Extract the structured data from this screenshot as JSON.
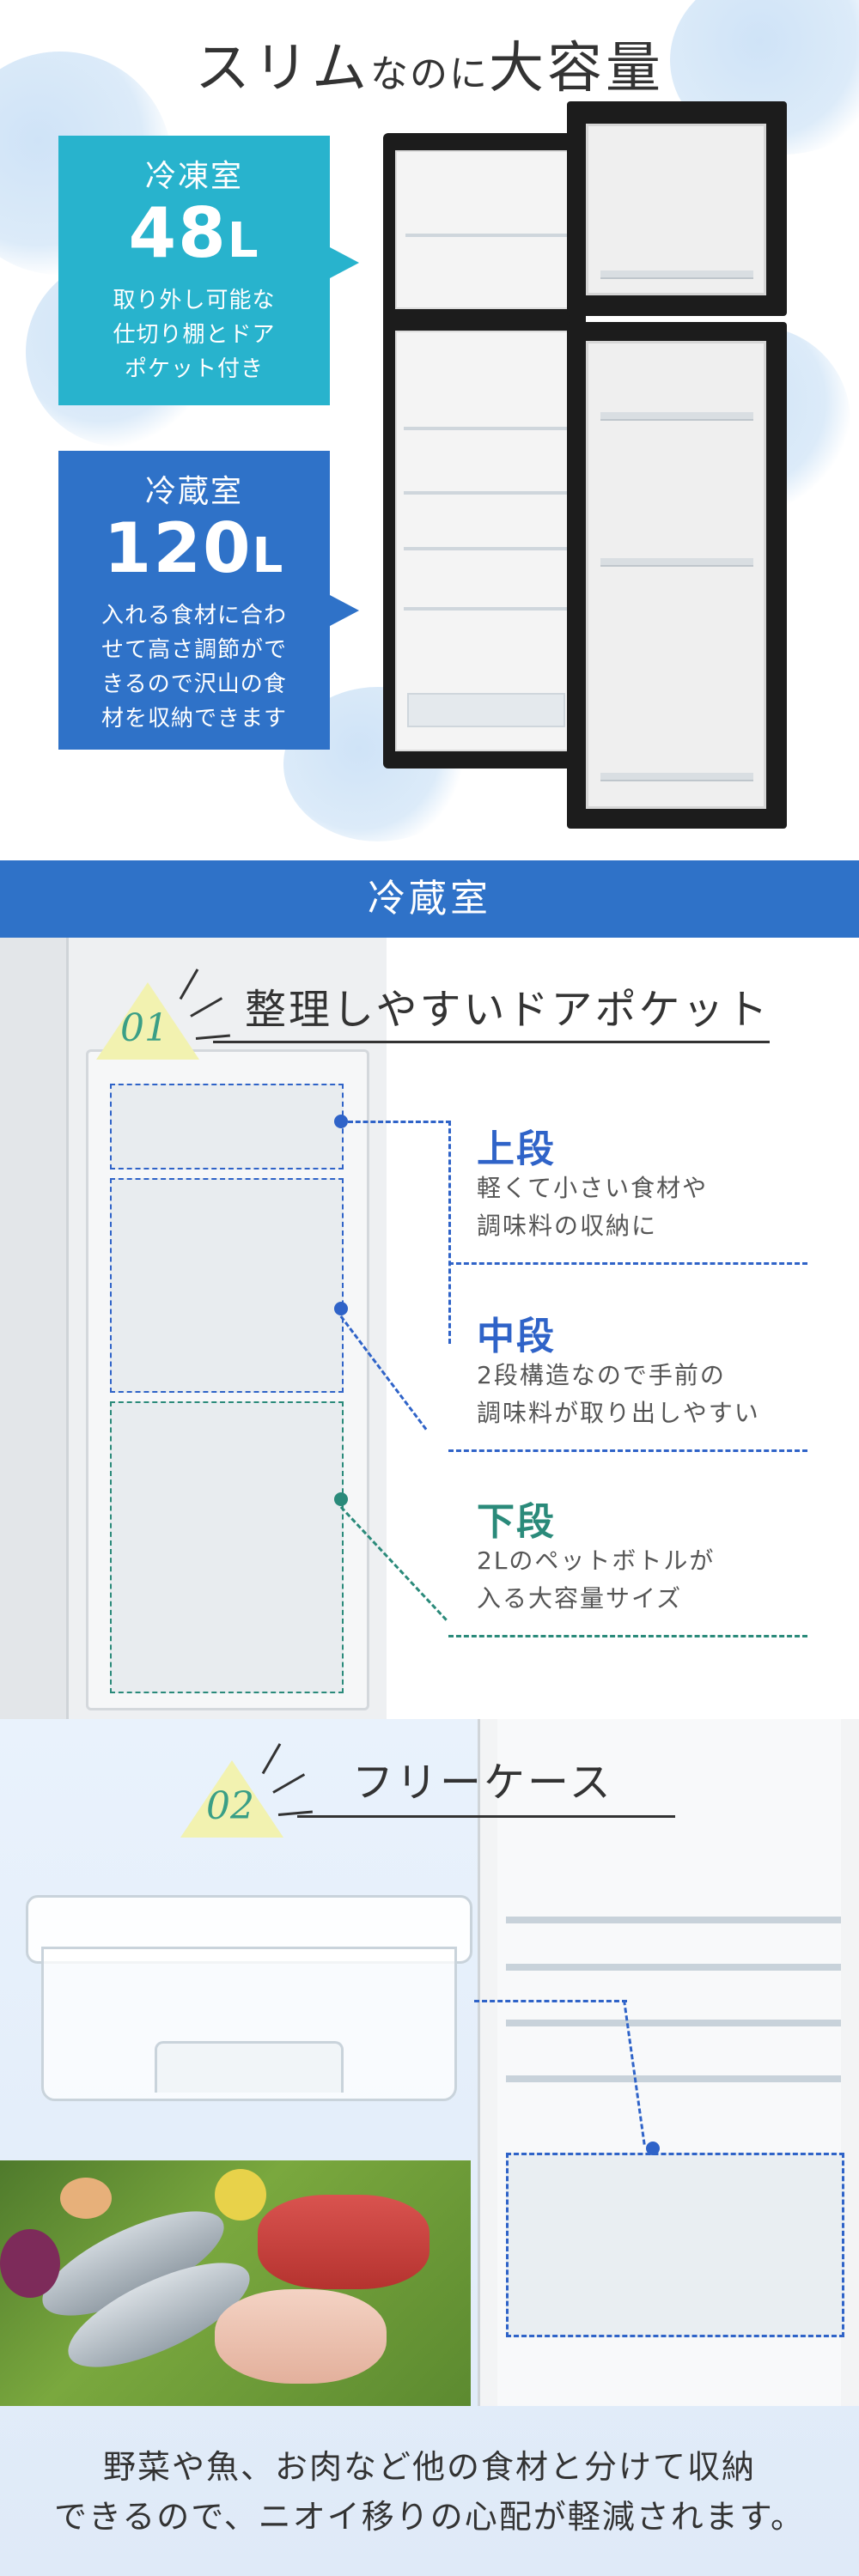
{
  "hero": {
    "title_part1": "スリム",
    "title_part2": "なのに",
    "title_part3": "大容量"
  },
  "freezer": {
    "label": "冷凍室",
    "capacity_number": "48",
    "capacity_unit": "L",
    "desc_lines": [
      "取り外し可能な",
      "仕切り棚とドア",
      "ポケット付き"
    ],
    "color": "#28b3cd"
  },
  "fridge": {
    "label": "冷蔵室",
    "capacity_number": "120",
    "capacity_unit": "L",
    "desc_lines": [
      "入れる食材に合わ",
      "せて高さ調節がで",
      "きるので沢山の食",
      "材を収納できます"
    ],
    "color": "#2f72c8"
  },
  "section_header": {
    "title": "冷蔵室",
    "color": "#2f72c8"
  },
  "feature1": {
    "number": "01",
    "title": "整理しやすいドアポケット",
    "bins": [
      {
        "label": "上段",
        "desc_lines": [
          "軽くて小さい食材や",
          "調味料の収納に"
        ],
        "color": "#2f63c8"
      },
      {
        "label": "中段",
        "desc_lines": [
          "2段構造なので手前の",
          "調味料が取り出しやすい"
        ],
        "color": "#2f63c8"
      },
      {
        "label": "下段",
        "desc_lines": [
          "2Lのペットボトルが",
          "入る大容量サイズ"
        ],
        "color": "#2a8a7a"
      }
    ]
  },
  "feature2": {
    "number": "02",
    "title": "フリーケース",
    "bottom_lines": [
      "野菜や魚、お肉など他の食材と分けて収納",
      "できるので、ニオイ移りの心配が軽減されます。"
    ]
  },
  "icons": {
    "sparkle": "sparkle-lines-icon",
    "number_badge": "triangle-badge-icon"
  },
  "accent_colors": {
    "teal": "#28b3cd",
    "blue": "#2f72c8",
    "green": "#3a9f86",
    "badge_yellow": "#f2f2b0"
  }
}
